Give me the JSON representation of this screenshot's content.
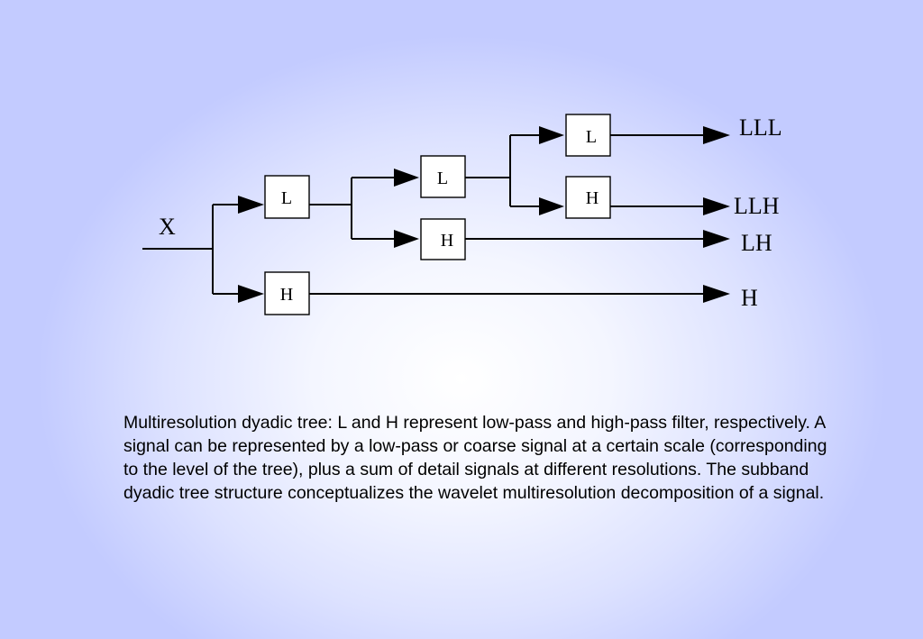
{
  "diagram": {
    "input_label": "X",
    "filters": {
      "level1_low": "L",
      "level1_high": "H",
      "level2_low": "L",
      "level2_high": "H",
      "level3_low": "L",
      "level3_high": "H"
    },
    "outputs": {
      "lll": "LLL",
      "llh": "LLH",
      "lh": "LH",
      "h": "H"
    }
  },
  "caption": "Multiresolution dyadic tree: L and H represent low-pass and high-pass filter, respectively. A signal can be represented by a low-pass or coarse signal at a certain scale (corresponding to the level of the tree), plus a sum of detail signals at different resolutions. The subband dyadic tree structure conceptualizes the wavelet multiresolution decomposition of a signal."
}
